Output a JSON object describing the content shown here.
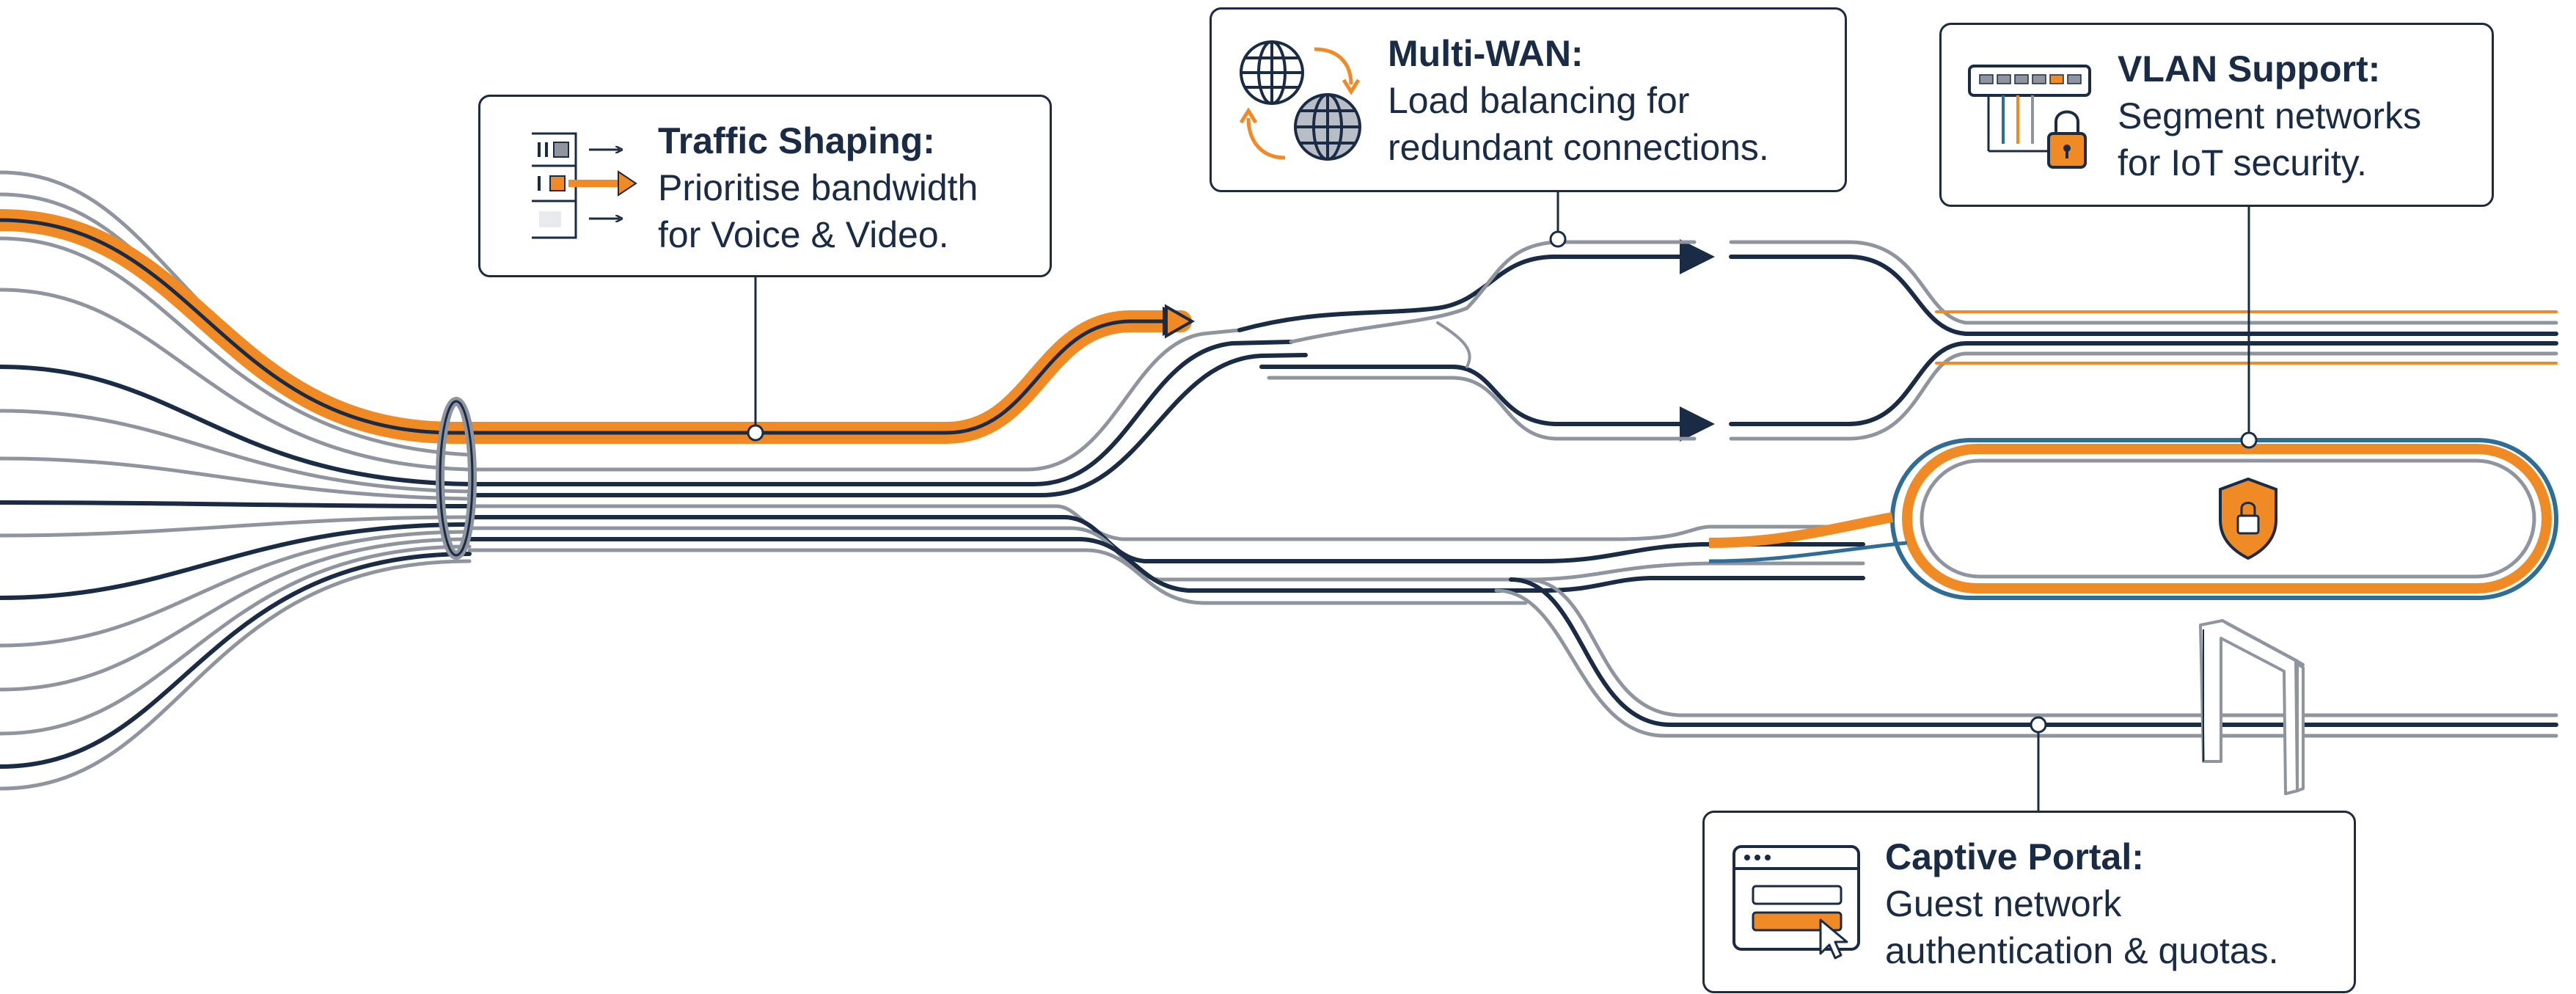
{
  "colors": {
    "navy": "#1a2b45",
    "gray": "#8e959f",
    "orange": "#f08a24",
    "blue": "#2f6d96",
    "background": "#ffffff"
  },
  "callouts": {
    "traffic_shaping": {
      "title": "Traffic Shaping:",
      "line1": "Prioritise bandwidth",
      "line2": "for Voice & Video.",
      "icon": "traffic-shaping-icon"
    },
    "multi_wan": {
      "title": "Multi-WAN:",
      "line1": "Load balancing for",
      "line2": "redundant connections.",
      "icon": "globes-icon"
    },
    "vlan_support": {
      "title": "VLAN Support:",
      "line1": "Segment networks",
      "line2": "for IoT security.",
      "icon": "switch-lock-icon"
    },
    "captive_portal": {
      "title": "Captive Portal:",
      "line1": "Guest network",
      "line2": "authentication & quotas.",
      "icon": "browser-login-icon"
    }
  },
  "diagram_icons": {
    "shield": "shield-lock-icon",
    "gate": "portal-gate-icon",
    "cable_tie": "cable-bundle-ring-icon"
  }
}
